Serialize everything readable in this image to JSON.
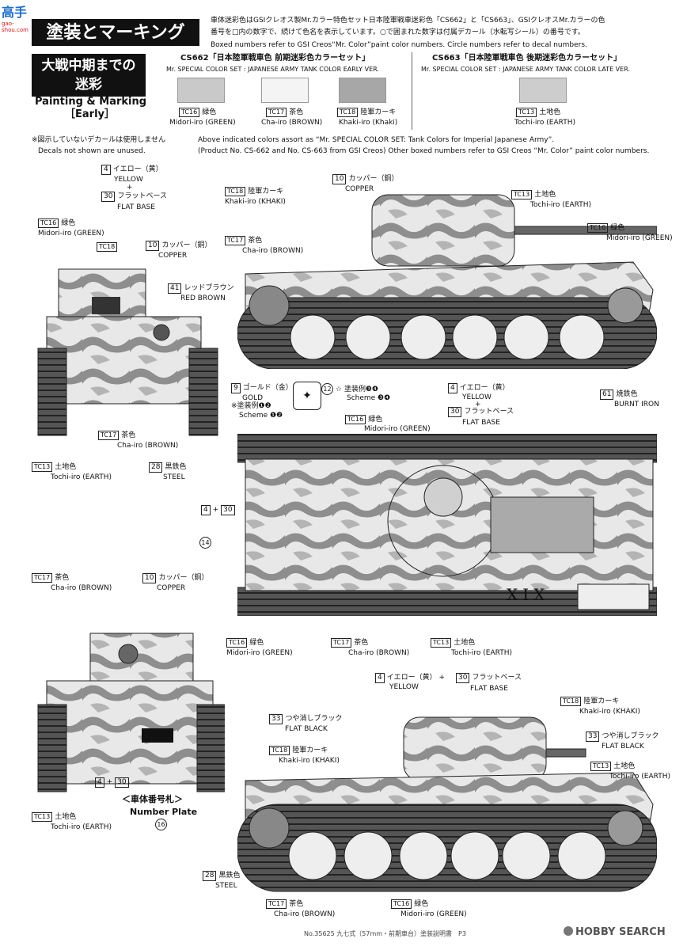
{
  "logo": {
    "top": "高手",
    "bottom": "gao-shou.com"
  },
  "header": {
    "title": "塗装とマーキング",
    "notes_jp_1": "車体迷彩色はGSIクレオス製Mr.カラー特色セット日本陸軍戦車迷彩色「CS662」と「CS663」、GSIクレオスMr.カラーの色",
    "notes_jp_2": "番号を□内の数字で、続けて色名を表示しています。○で囲まれた数字は付属デカール（水転写シール）の番号です。",
    "notes_en_1": "Boxed numbers refer to GSI Creos“Mr. Color”paint color numbers. Circle numbers refer to decal numbers."
  },
  "scheme": {
    "jp": "大戦中期までの迷彩",
    "en": "Painting & Marking",
    "variant": "［Early］"
  },
  "sets": [
    {
      "code": "CS662「日本陸軍戦車色 前期迷彩色カラーセット」",
      "en": "Mr. SPECIAL COLOR SET : JAPANESE ARMY TANK COLOR EARLY VER."
    },
    {
      "code": "CS663「日本陸軍戦車色 後期迷彩色カラーセット」",
      "en": "Mr. SPECIAL COLOR SET : JAPANESE ARMY TANK COLOR LATE VER."
    }
  ],
  "swatches": [
    {
      "code": "TC16",
      "jp": "緑色",
      "en": "Midori-iro (GREEN)",
      "color": "#c9c9c9"
    },
    {
      "code": "TC17",
      "jp": "茶色",
      "en": "Cha-iro (BROWN)",
      "color": "#f4f4f4"
    },
    {
      "code": "TC18",
      "jp": "陸軍カーキ",
      "en": "Khaki-iro (Khaki)",
      "color": "#a7a7a7"
    },
    {
      "code": "TC13",
      "jp": "土地色",
      "en": "Tochi-iro (EARTH)",
      "color": "#cdcdcd"
    }
  ],
  "decal_note": {
    "jp": "※図示していないデカールは使用しません",
    "en": "Decals not shown are unused."
  },
  "assort_note": {
    "l1": "Above indicated colors assort as “Mr. SPECIAL COLOR SET: Tank Colors for Imperial Japanese Army”.",
    "l2": "(Product No. CS-662 and  No. CS-663 from GSI Creos) Other boxed numbers refer to GSI Creos “Mr. Color” paint color numbers."
  },
  "callouts": {
    "yellow_jp": "イエロー（黄）",
    "yellow_en": "YELLOW",
    "plus": "+",
    "flatbase_jp": "フラットベース",
    "flatbase_en": "FLAT BASE",
    "green_jp": "緑色",
    "green_en": "Midori-iro (GREEN)",
    "brown_jp": "茶色",
    "brown_en": "Cha-iro (BROWN)",
    "khaki_jp": "陸軍カーキ",
    "khaki_en": "Khaki-iro (KHAKI)",
    "earth_jp": "土地色",
    "earth_en": "Tochi-iro (EARTH)",
    "copper_jp": "カッパー（銅）",
    "copper_en": "COPPER",
    "redbrown_jp": "レッドブラウン",
    "redbrown_en": "RED BROWN",
    "gold_jp": "ゴールド（金）",
    "gold_en": "GOLD",
    "scheme12_jp": "※塗装例❶❷",
    "scheme12_en": "Scheme ❶❷",
    "scheme34_jp": "塗装例❸❹",
    "scheme34_en": "Scheme ❸❹",
    "steel_jp": "黒鉄色",
    "steel_en": "STEEL",
    "burnt_jp": "焼鉄色",
    "burnt_en": "BURNT IRON",
    "flatblack_jp": "つや消しブラック",
    "flatblack_en": "FLAT BLACK",
    "plate_jp": "＜車体番号札＞",
    "plate_en": "Number Plate",
    "n4": "4",
    "n10": "10",
    "n9": "9",
    "n12": "12",
    "n14": "14",
    "n16": "16",
    "n28": "28",
    "n30": "30",
    "n33": "33",
    "n41": "41",
    "n61": "61",
    "tc13": "TC13",
    "tc16": "TC16",
    "tc17": "TC17",
    "tc18": "TC18",
    "hull_marking": "XIX"
  },
  "footer": {
    "text": "No.35625 九七式（57mm・前期車台）塗装説明書　P3",
    "brand": "HOBBY SEARCH"
  }
}
